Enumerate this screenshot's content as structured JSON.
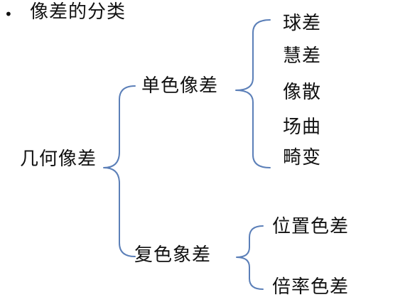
{
  "heading": {
    "bullet": "•",
    "title": "像差的分类"
  },
  "root": "几何像差",
  "branches": [
    {
      "label": "单色像差",
      "leaves": [
        "球差",
        "慧差",
        "像散",
        "场曲",
        "畸变"
      ]
    },
    {
      "label": "复色象差",
      "leaves": [
        "位置色差",
        "倍率色差"
      ]
    }
  ],
  "colors": {
    "brace": "#5b7fb8",
    "text": "#111111",
    "background": "#ffffff"
  }
}
